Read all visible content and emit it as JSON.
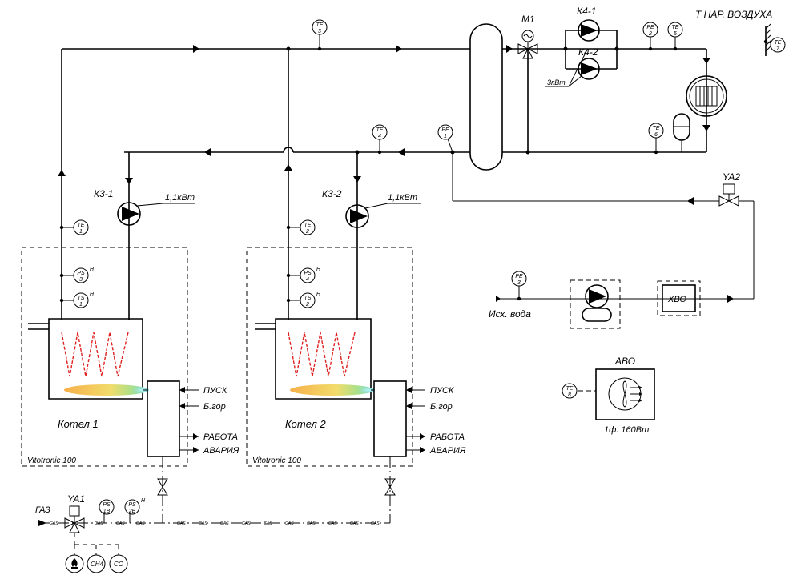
{
  "ambient_label": "Т НАР. ВОЗДУХА",
  "boilers": [
    {
      "name": "Котел  1",
      "controller": "Vitotronic  100"
    },
    {
      "name": "Котел  2",
      "controller": "Vitotronic  100"
    }
  ],
  "pumps": {
    "k3_1": {
      "tag": "К3-1",
      "power": "1,1кВт"
    },
    "k3_2": {
      "tag": "К3-2",
      "power": "1,1кВт"
    },
    "k4_1": {
      "tag": "К4-1"
    },
    "k4_2": {
      "tag": "К4-2",
      "power": "3кВт"
    }
  },
  "valves": {
    "m1": "М1",
    "ya1": "YA1",
    "ya2": "YA2"
  },
  "controller_signals": {
    "inputs": [
      "ПУСК",
      "Б.гор"
    ],
    "outputs": [
      "РАБОТА",
      "АВАРИЯ"
    ]
  },
  "water_treatment": {
    "label": "ХВО",
    "source": "Исх. вода"
  },
  "avo": {
    "label": "АВО",
    "rating": "1ф. 160Вт"
  },
  "gas": {
    "label": "ГАЗ",
    "pipe_mark": "GAS"
  },
  "gas_sensors": [
    "CH4",
    "CO"
  ],
  "instruments": [
    {
      "id": "te3",
      "top": "TE",
      "bottom": "3"
    },
    {
      "id": "te4",
      "top": "TE",
      "bottom": "4"
    },
    {
      "id": "pe1",
      "top": "PE",
      "bottom": "1"
    },
    {
      "id": "pe2",
      "top": "PE",
      "bottom": "2"
    },
    {
      "id": "te5",
      "top": "TE",
      "bottom": "5"
    },
    {
      "id": "te6",
      "top": "TE",
      "bottom": "6"
    },
    {
      "id": "te7",
      "top": "TE",
      "bottom": "7"
    },
    {
      "id": "te1",
      "top": "TE",
      "bottom": "1"
    },
    {
      "id": "te2",
      "top": "TE",
      "bottom": "2"
    },
    {
      "id": "ps3",
      "top": "PS",
      "bottom": "3",
      "mark": "Н"
    },
    {
      "id": "ts1",
      "top": "TS",
      "bottom": "1",
      "mark": "Н"
    },
    {
      "id": "ps4",
      "top": "PS",
      "bottom": "4",
      "mark": "Н"
    },
    {
      "id": "ts2",
      "top": "TS",
      "bottom": "2",
      "mark": "Н"
    },
    {
      "id": "pe3",
      "top": "PE",
      "bottom": "3"
    },
    {
      "id": "te8",
      "top": "TE",
      "bottom": "8"
    },
    {
      "id": "ps1b",
      "top": "PS",
      "bottom": "1В"
    },
    {
      "id": "ps2b",
      "top": "PS",
      "bottom": "2В",
      "mark": "Н"
    }
  ]
}
